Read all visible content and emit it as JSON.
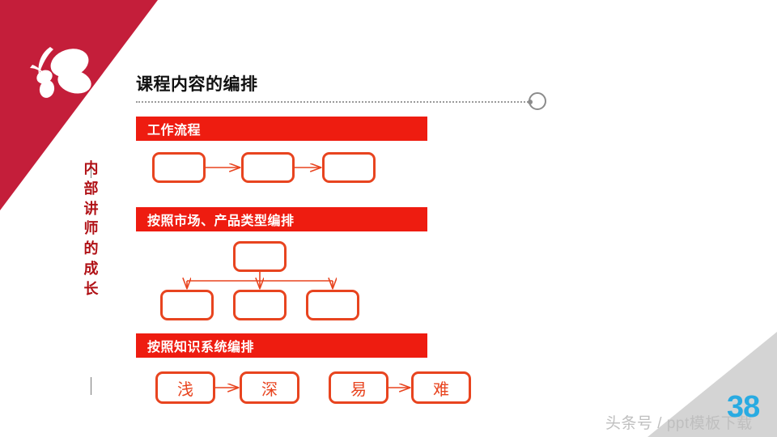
{
  "slide": {
    "title": "课程内容的编排",
    "side_label": "内部讲师的成长",
    "page_number": "38",
    "watermark": "头条号 / ppt模板下载",
    "logo_name": "butterfly-logo"
  },
  "colors": {
    "brand_crimson": "#C41E3A",
    "bar_red": "#EE1C10",
    "node_orange": "#E8441F",
    "side_label_red": "#B01116",
    "page_number_blue": "#29ABE2",
    "watermark_gray": "#BFBFBF",
    "corner_gray": "#D4D4D4"
  },
  "sections": [
    {
      "id": "work-flow",
      "bar_label": "工作流程",
      "diagram": "linear-flow",
      "nodes": [
        "",
        "",
        ""
      ]
    },
    {
      "id": "market-product-type",
      "bar_label": "按照市场、产品类型编排",
      "diagram": "tree",
      "root": "",
      "children": [
        "",
        "",
        ""
      ]
    },
    {
      "id": "knowledge-system",
      "bar_label": "按照知识系统编排",
      "diagram": "paired-flow",
      "pairs": [
        {
          "from": "浅",
          "to": "深"
        },
        {
          "from": "易",
          "to": "难"
        }
      ]
    }
  ]
}
